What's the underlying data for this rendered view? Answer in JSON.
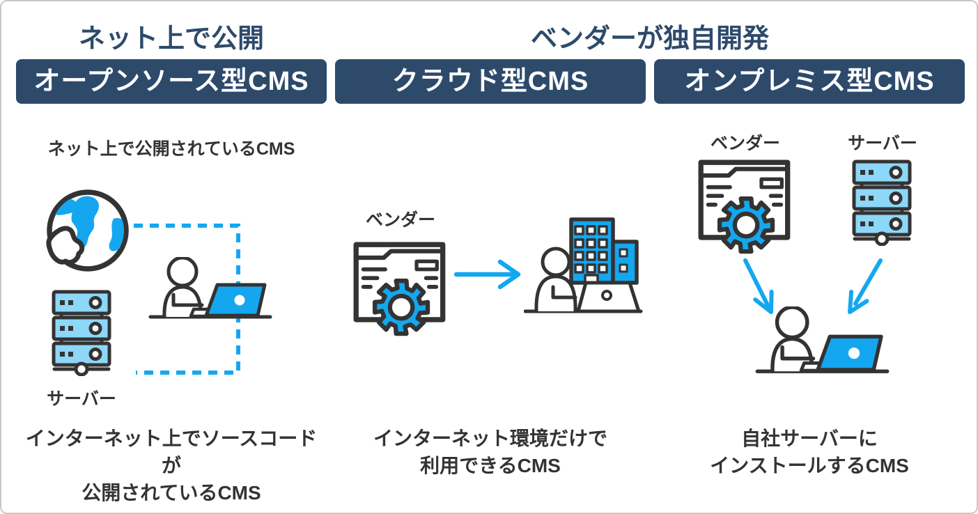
{
  "colors": {
    "navy": "#2d4a6b",
    "blue": "#14a7f0",
    "light_blue": "#8dd7f8",
    "outline": "#333333",
    "text": "#333333",
    "border": "#c9c9c9",
    "background": "#ffffff"
  },
  "group_labels": {
    "left": "ネット上で公開",
    "right": "ベンダーが独自開発"
  },
  "columns": [
    {
      "header": "オープンソース型CMS",
      "caption": "ネット上で公開されているCMS",
      "server_label": "サーバー",
      "desc_line1": "インターネット上でソースコードが",
      "desc_line2": "公開されているCMS",
      "icons": [
        "globe-icon",
        "server-icon",
        "person-laptop-icon",
        "dashed-connector-line"
      ]
    },
    {
      "header": "クラウド型CMS",
      "vendor_label": "ベンダー",
      "desc_line1": "インターネット環境だけで",
      "desc_line2": "利用できるCMS",
      "icons": [
        "vendor-browser-gear-icon",
        "arrow-right-icon",
        "person-building-laptop-icon"
      ]
    },
    {
      "header": "オンプレミス型CMS",
      "vendor_label": "ベンダー",
      "server_label": "サーバー",
      "desc_line1": "自社サーバーに",
      "desc_line2": "インストールするCMS",
      "icons": [
        "vendor-browser-gear-icon",
        "server-icon",
        "arrow-down-left-icon",
        "arrow-down-right-icon",
        "person-laptop-icon"
      ]
    }
  ]
}
